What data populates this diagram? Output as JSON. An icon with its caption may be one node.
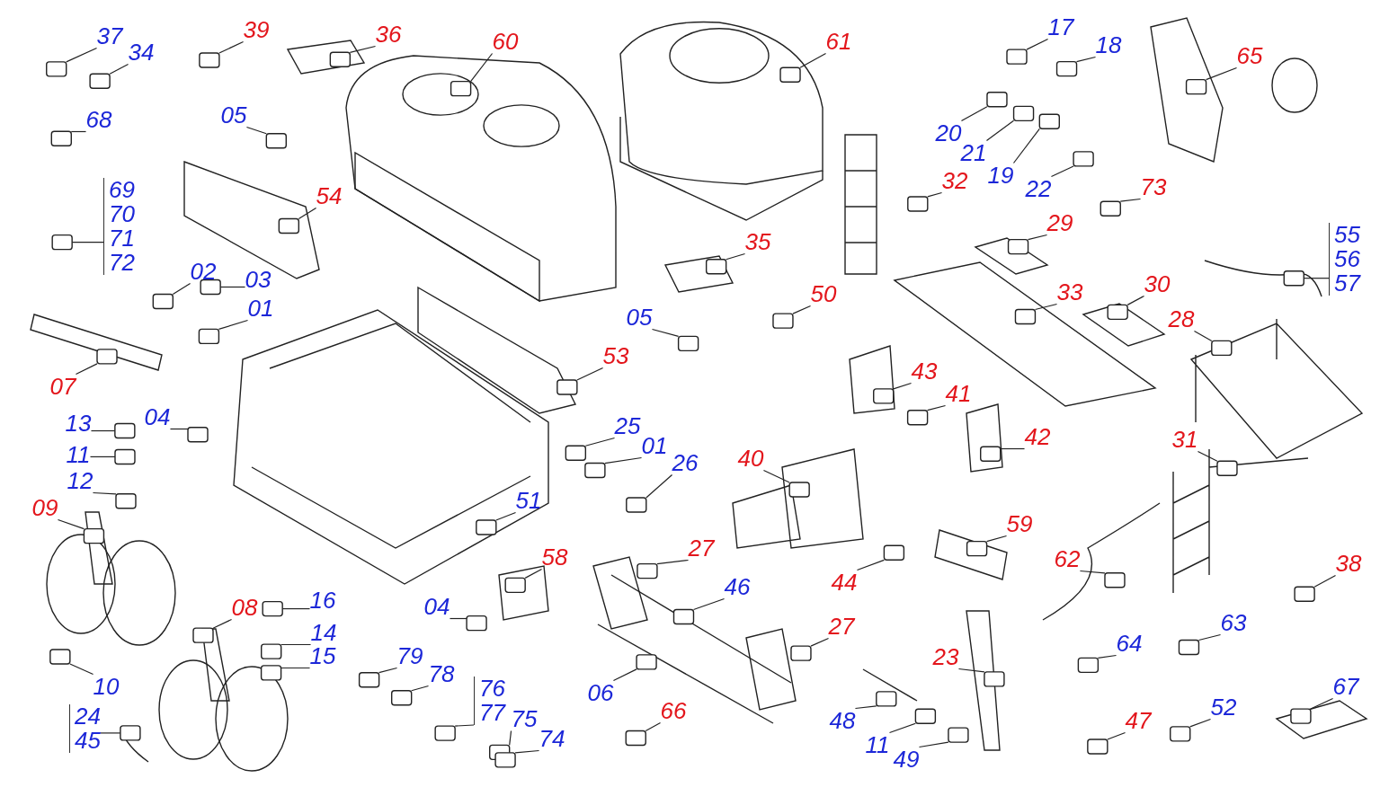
{
  "diagram": {
    "nodes": [
      {
        "text": [
          "37"
        ]
      },
      {
        "text": [
          "34"
        ]
      },
      {
        "text": [
          "39"
        ]
      },
      {
        "text": [
          "36"
        ]
      },
      {
        "text": [
          "60"
        ]
      },
      {
        "text": [
          "61"
        ]
      },
      {
        "text": [
          "17"
        ]
      },
      {
        "text": [
          "18"
        ]
      },
      {
        "text": [
          "65"
        ]
      },
      {
        "text": [
          "68"
        ]
      },
      {
        "text": [
          "05"
        ]
      },
      {
        "text": [
          "69",
          "70",
          "71",
          "72"
        ]
      },
      {
        "text": [
          "54"
        ]
      },
      {
        "text": [
          "20"
        ]
      },
      {
        "text": [
          "21"
        ]
      },
      {
        "text": [
          "19"
        ]
      },
      {
        "text": [
          "22"
        ]
      },
      {
        "text": [
          "32"
        ]
      },
      {
        "text": [
          "73"
        ]
      },
      {
        "text": [
          "29"
        ]
      },
      {
        "text": [
          "35"
        ]
      },
      {
        "text": [
          "55",
          "56",
          "57"
        ]
      },
      {
        "text": [
          "02"
        ]
      },
      {
        "text": [
          "03"
        ]
      },
      {
        "text": [
          "01"
        ]
      },
      {
        "text": [
          "33"
        ]
      },
      {
        "text": [
          "30"
        ]
      },
      {
        "text": [
          "50"
        ]
      },
      {
        "text": [
          "05"
        ]
      },
      {
        "text": [
          "28"
        ]
      },
      {
        "text": [
          "07"
        ]
      },
      {
        "text": [
          "53"
        ]
      },
      {
        "text": [
          "43"
        ]
      },
      {
        "text": [
          "41"
        ]
      },
      {
        "text": [
          "04"
        ]
      },
      {
        "text": [
          "13"
        ]
      },
      {
        "text": [
          "25"
        ]
      },
      {
        "text": [
          "01"
        ]
      },
      {
        "text": [
          "42"
        ]
      },
      {
        "text": [
          "31"
        ]
      },
      {
        "text": [
          "11"
        ]
      },
      {
        "text": [
          "26"
        ]
      },
      {
        "text": [
          "40"
        ]
      },
      {
        "text": [
          "12"
        ]
      },
      {
        "text": [
          "51"
        ]
      },
      {
        "text": [
          "09"
        ]
      },
      {
        "text": [
          "59"
        ]
      },
      {
        "text": [
          "27"
        ]
      },
      {
        "text": [
          "58"
        ]
      },
      {
        "text": [
          "62"
        ]
      },
      {
        "text": [
          "38"
        ]
      },
      {
        "text": [
          "44"
        ]
      },
      {
        "text": [
          "46"
        ]
      },
      {
        "text": [
          "16"
        ]
      },
      {
        "text": [
          "08"
        ]
      },
      {
        "text": [
          "04"
        ]
      },
      {
        "text": [
          "63"
        ]
      },
      {
        "text": [
          "27"
        ]
      },
      {
        "text": [
          "14"
        ]
      },
      {
        "text": [
          "64"
        ]
      },
      {
        "text": [
          "15"
        ]
      },
      {
        "text": [
          "23"
        ]
      },
      {
        "text": [
          "79"
        ]
      },
      {
        "text": [
          "78"
        ]
      },
      {
        "text": [
          "76",
          "77"
        ]
      },
      {
        "text": [
          "10"
        ]
      },
      {
        "text": [
          "06"
        ]
      },
      {
        "text": [
          "66"
        ]
      },
      {
        "text": [
          "75"
        ]
      },
      {
        "text": [
          "48"
        ]
      },
      {
        "text": [
          "47"
        ]
      },
      {
        "text": [
          "52"
        ]
      },
      {
        "text": [
          "67"
        ]
      },
      {
        "text": [
          "24",
          "45"
        ]
      },
      {
        "text": [
          "74"
        ]
      },
      {
        "text": [
          "11"
        ]
      },
      {
        "text": [
          "49"
        ]
      },
      {
        "text": [],
        "shape": "box"
      },
      {
        "text": [],
        "shape": "box"
      },
      {
        "text": [],
        "shape": "box"
      },
      {
        "text": [],
        "shape": "box"
      },
      {
        "text": [],
        "shape": "box"
      },
      {
        "text": [],
        "shape": "box"
      },
      {
        "text": [],
        "shape": "box"
      },
      {
        "text": [],
        "shape": "box"
      },
      {
        "text": [],
        "shape": "box"
      },
      {
        "text": [],
        "shape": "box"
      },
      {
        "text": [],
        "shape": "box"
      },
      {
        "text": [],
        "shape": "box"
      },
      {
        "text": [],
        "shape": "box"
      },
      {
        "text": [],
        "shape": "box"
      },
      {
        "text": [],
        "shape": "box"
      },
      {
        "text": [],
        "shape": "box"
      },
      {
        "text": [],
        "shape": "box"
      },
      {
        "text": [],
        "shape": "box"
      },
      {
        "text": [],
        "shape": "box"
      },
      {
        "text": [],
        "shape": "box"
      },
      {
        "text": [],
        "shape": "box"
      },
      {
        "text": [],
        "shape": "box"
      },
      {
        "text": [],
        "shape": "box"
      },
      {
        "text": [],
        "shape": "box"
      },
      {
        "text": [],
        "shape": "box"
      },
      {
        "text": [],
        "shape": "box"
      },
      {
        "text": [],
        "shape": "box"
      },
      {
        "text": [],
        "shape": "box"
      },
      {
        "text": [],
        "shape": "box"
      },
      {
        "text": [],
        "shape": "box"
      },
      {
        "text": [],
        "shape": "box"
      },
      {
        "text": [],
        "shape": "box"
      },
      {
        "text": [],
        "shape": "box"
      },
      {
        "text": [],
        "shape": "box"
      },
      {
        "text": [],
        "shape": "box"
      },
      {
        "text": [],
        "shape": "box"
      },
      {
        "text": [],
        "shape": "box"
      },
      {
        "text": [],
        "shape": "box"
      },
      {
        "text": [],
        "shape": "box"
      },
      {
        "text": [],
        "shape": "box"
      },
      {
        "text": [],
        "shape": "box"
      },
      {
        "text": [],
        "shape": "box"
      },
      {
        "text": [],
        "shape": "box"
      },
      {
        "text": [],
        "shape": "box"
      },
      {
        "text": [],
        "shape": "box"
      },
      {
        "text": [],
        "shape": "box"
      },
      {
        "text": [],
        "shape": "box"
      },
      {
        "text": [],
        "shape": "box"
      },
      {
        "text": [],
        "shape": "box"
      },
      {
        "text": [],
        "shape": "box"
      },
      {
        "text": [],
        "shape": "box"
      },
      {
        "text": [],
        "shape": "box"
      },
      {
        "text": [],
        "shape": "box"
      },
      {
        "text": [],
        "shape": "box"
      },
      {
        "text": [],
        "shape": "box"
      },
      {
        "text": [],
        "shape": "box"
      },
      {
        "text": [],
        "shape": "box"
      },
      {
        "text": [],
        "shape": "box"
      },
      {
        "text": [],
        "shape": "box"
      },
      {
        "text": [],
        "shape": "box"
      },
      {
        "text": [],
        "shape": "box"
      },
      {
        "text": [],
        "shape": "box"
      },
      {
        "text": [],
        "shape": "box"
      },
      {
        "text": [],
        "shape": "box"
      },
      {
        "text": [],
        "shape": "box"
      },
      {
        "text": [],
        "shape": "box"
      },
      {
        "text": [],
        "shape": "box"
      },
      {
        "text": [],
        "shape": "box"
      },
      {
        "text": [],
        "shape": "box"
      },
      {
        "text": [],
        "shape": "box"
      },
      {
        "text": [],
        "shape": "box"
      },
      {
        "text": [],
        "shape": "box"
      },
      {
        "text": [],
        "shape": "box"
      },
      {
        "text": [],
        "shape": "box"
      },
      {
        "text": [],
        "shape": "box"
      },
      {
        "text": [],
        "shape": "box"
      },
      {
        "text": [],
        "shape": "box"
      }
    ],
    "edges": [
      {
        "from": 0,
        "to": 77,
        "arrow": "none"
      },
      {
        "from": 1,
        "to": 78,
        "arrow": "none"
      },
      {
        "from": 2,
        "to": 79,
        "arrow": "none"
      },
      {
        "from": 3,
        "to": 80,
        "arrow": "none"
      },
      {
        "from": 4,
        "to": 81,
        "arrow": "none"
      },
      {
        "from": 5,
        "to": 82,
        "arrow": "none"
      },
      {
        "from": 6,
        "to": 83,
        "arrow": "none"
      },
      {
        "from": 7,
        "to": 84,
        "arrow": "none"
      },
      {
        "from": 8,
        "to": 85,
        "arrow": "none"
      },
      {
        "from": 9,
        "to": 86,
        "arrow": "none"
      },
      {
        "from": 10,
        "to": 87,
        "arrow": "none"
      },
      {
        "from": 11,
        "to": 88,
        "arrow": "none"
      },
      {
        "from": 12,
        "to": 89,
        "arrow": "none"
      },
      {
        "from": 13,
        "to": 90,
        "arrow": "none"
      },
      {
        "from": 14,
        "to": 91,
        "arrow": "none"
      },
      {
        "from": 15,
        "to": 92,
        "arrow": "none"
      },
      {
        "from": 16,
        "to": 93,
        "arrow": "none"
      },
      {
        "from": 17,
        "to": 94,
        "arrow": "none"
      },
      {
        "from": 18,
        "to": 95,
        "arrow": "none"
      },
      {
        "from": 19,
        "to": 96,
        "arrow": "none"
      },
      {
        "from": 20,
        "to": 97,
        "arrow": "none"
      },
      {
        "from": 21,
        "to": 98,
        "arrow": "none"
      },
      {
        "from": 22,
        "to": 99,
        "arrow": "none"
      },
      {
        "from": 23,
        "to": 100,
        "arrow": "none"
      },
      {
        "from": 24,
        "to": 101,
        "arrow": "none"
      },
      {
        "from": 25,
        "to": 102,
        "arrow": "none"
      },
      {
        "from": 26,
        "to": 103,
        "arrow": "none"
      },
      {
        "from": 27,
        "to": 104,
        "arrow": "none"
      },
      {
        "from": 28,
        "to": 105,
        "arrow": "none"
      },
      {
        "from": 29,
        "to": 106,
        "arrow": "none"
      },
      {
        "from": 30,
        "to": 107,
        "arrow": "none"
      },
      {
        "from": 31,
        "to": 108,
        "arrow": "none"
      },
      {
        "from": 32,
        "to": 109,
        "arrow": "none"
      },
      {
        "from": 33,
        "to": 110,
        "arrow": "none"
      },
      {
        "from": 34,
        "to": 111,
        "arrow": "none"
      },
      {
        "from": 35,
        "to": 112,
        "arrow": "none"
      },
      {
        "from": 36,
        "to": 113,
        "arrow": "none"
      },
      {
        "from": 37,
        "to": 114,
        "arrow": "none"
      },
      {
        "from": 38,
        "to": 115,
        "arrow": "none"
      },
      {
        "from": 39,
        "to": 116,
        "arrow": "none"
      },
      {
        "from": 40,
        "to": 117,
        "arrow": "none"
      },
      {
        "from": 41,
        "to": 118,
        "arrow": "none"
      },
      {
        "from": 42,
        "to": 119,
        "arrow": "none"
      },
      {
        "from": 43,
        "to": 120,
        "arrow": "none"
      },
      {
        "from": 44,
        "to": 121,
        "arrow": "none"
      },
      {
        "from": 45,
        "to": 122,
        "arrow": "none"
      },
      {
        "from": 46,
        "to": 123,
        "arrow": "none"
      },
      {
        "from": 47,
        "to": 124,
        "arrow": "none"
      },
      {
        "from": 48,
        "to": 125,
        "arrow": "none"
      },
      {
        "from": 49,
        "to": 126,
        "arrow": "none"
      },
      {
        "from": 50,
        "to": 127,
        "arrow": "none"
      },
      {
        "from": 51,
        "to": 128,
        "arrow": "none"
      },
      {
        "from": 52,
        "to": 129,
        "arrow": "none"
      },
      {
        "from": 53,
        "to": 130,
        "arrow": "none"
      },
      {
        "from": 54,
        "to": 131,
        "arrow": "none"
      },
      {
        "from": 55,
        "to": 132,
        "arrow": "none"
      },
      {
        "from": 56,
        "to": 133,
        "arrow": "none"
      },
      {
        "from": 57,
        "to": 134,
        "arrow": "none"
      },
      {
        "from": 58,
        "to": 135,
        "arrow": "none"
      },
      {
        "from": 59,
        "to": 136,
        "arrow": "none"
      },
      {
        "from": 60,
        "to": 137,
        "arrow": "none"
      },
      {
        "from": 61,
        "to": 138,
        "arrow": "none"
      },
      {
        "from": 62,
        "to": 139,
        "arrow": "none"
      },
      {
        "from": 63,
        "to": 140,
        "arrow": "none"
      },
      {
        "from": 64,
        "to": 141,
        "arrow": "none"
      },
      {
        "from": 65,
        "to": 142,
        "arrow": "none"
      },
      {
        "from": 66,
        "to": 143,
        "arrow": "none"
      },
      {
        "from": 67,
        "to": 144,
        "arrow": "none"
      },
      {
        "from": 68,
        "to": 145,
        "arrow": "none"
      },
      {
        "from": 69,
        "to": 146,
        "arrow": "none"
      },
      {
        "from": 70,
        "to": 147,
        "arrow": "none"
      },
      {
        "from": 71,
        "to": 148,
        "arrow": "none"
      },
      {
        "from": 72,
        "to": 149,
        "arrow": "none"
      },
      {
        "from": 73,
        "to": 150,
        "arrow": "none"
      },
      {
        "from": 74,
        "to": 151,
        "arrow": "none"
      },
      {
        "from": 75,
        "to": 152,
        "arrow": "none"
      },
      {
        "from": 76,
        "to": 153,
        "arrow": "none"
      }
    ]
  }
}
